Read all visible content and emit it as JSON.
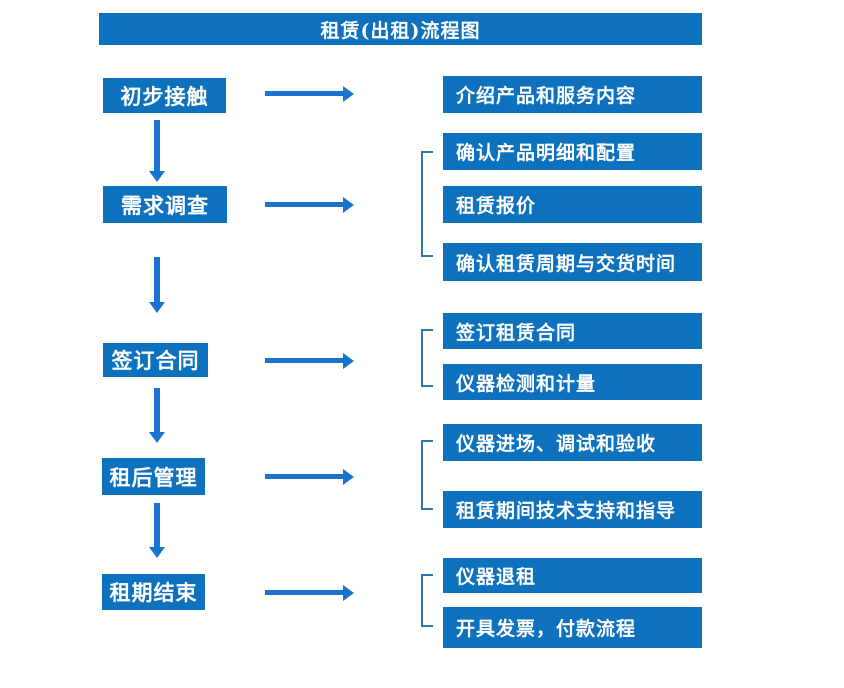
{
  "title": "租赁(出租)流程图",
  "colors": {
    "box_blue": "#0d71be",
    "arrow_blue": "#1874ce",
    "bracket_blue": "#2e75b6",
    "text_white": "#ffffff",
    "background": "#ffffff"
  },
  "stages": [
    {
      "label": "初步接触"
    },
    {
      "label": "需求调查"
    },
    {
      "label": "签订合同"
    },
    {
      "label": "租后管理"
    },
    {
      "label": "租期结束"
    }
  ],
  "details": [
    {
      "label": "介绍产品和服务内容"
    },
    {
      "label": "确认产品明细和配置"
    },
    {
      "label": "租赁报价"
    },
    {
      "label": "确认租赁周期与交货时间"
    },
    {
      "label": "签订租赁合同"
    },
    {
      "label": "仪器检测和计量"
    },
    {
      "label": "仪器进场、调试和验收"
    },
    {
      "label": "租赁期间技术支持和指导"
    },
    {
      "label": "仪器退租"
    },
    {
      "label": "开具发票，付款流程"
    }
  ]
}
